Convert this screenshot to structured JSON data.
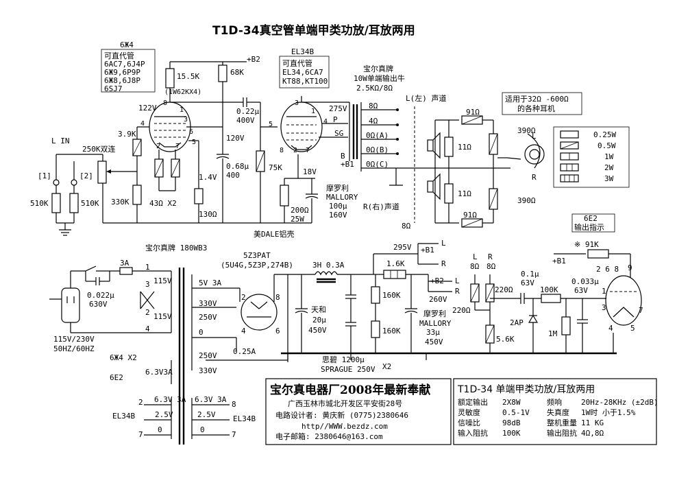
{
  "title": "T1D-34真空管单端甲类功放/耳放两用",
  "driver": {
    "tube": "6Ж4",
    "sub_title": "可直代管",
    "sub1": "6AC7,6J4P",
    "sub2": "6Ж9,6P9P",
    "sub3": "6Ж8,6J8P",
    "sub4": "6SJ7",
    "r_plate": "15.5K",
    "r_plate_note": "(1W62KX4)",
    "r_b2": "68K",
    "b2": "+B2",
    "v_plate": "122V",
    "v_screen": "120V",
    "r_cath": "3.9K",
    "r_grid": "330K",
    "r_43": "43Ω X2",
    "v_cath": "1.4V",
    "r_130": "130Ω",
    "c_coup": "0.22μ",
    "c_coup_v": "400V",
    "c_scr": "0.68μ",
    "c_scr_v": "400",
    "r_75k": "75K",
    "pins": [
      "8",
      "1",
      "2",
      "3",
      "4",
      "5",
      "6",
      "7"
    ]
  },
  "input": {
    "label": "L IN",
    "pot": "250K双连",
    "j1": "[1]",
    "j2": "[2]",
    "r1": "510K",
    "r2": "510K"
  },
  "power_tube": {
    "tube": "EL34B",
    "sub_title": "可直代管",
    "sub1": "EL34,6CA7",
    "sub2": "KT88,KT100",
    "v_plate": "275V",
    "v_cath": "18V",
    "r_cath": "200Ω",
    "r_cath_w": "25W",
    "cap_brand": "摩罗利",
    "cap_brand_en": "MALLORY",
    "cap_val": "100μ",
    "cap_v": "160V",
    "p": "P",
    "sg": "SG",
    "b": "B",
    "b1": "+B1",
    "pins": [
      "3",
      "1",
      "5",
      "4",
      "2",
      "7",
      "8"
    ]
  },
  "chassis": "美DALE铝壳",
  "output_tx": {
    "brand": "宝尔真牌",
    "desc": "10W单端输出牛",
    "ratio": "2.5KΩ/8Ω",
    "taps": [
      "8Ω",
      "4Ω",
      "0Ω(A)",
      "0Ω(B)",
      "0Ω(C)"
    ]
  },
  "speakers": {
    "left": "L(左) 声道",
    "right": "R(右)声道",
    "r91_top": "91Ω",
    "r91_bot": "91Ω",
    "r11_top": "11Ω",
    "r11_bot": "11Ω",
    "r390_top": "390Ω",
    "r390_bot": "390Ω",
    "r_8ohm": "8Ω",
    "phone_l": "L",
    "phone_r": "R",
    "headphone_note1": "适用于32Ω -600Ω",
    "headphone_note2": "的各种耳机"
  },
  "legend": [
    {
      "label": "0.25W"
    },
    {
      "label": "0.5W"
    },
    {
      "label": "1W"
    },
    {
      "label": "2W"
    },
    {
      "label": "3W"
    }
  ],
  "power_tx": {
    "brand": "宝尔真牌 180WB3",
    "fuse": "3A",
    "cap": "0.022μ",
    "cap_v": "630V",
    "pri1": "115V",
    "pri2": "115V",
    "mains": "115V/230V",
    "freq": "50HZ/60HZ",
    "pins": [
      "1",
      "3",
      "2",
      "4"
    ],
    "s5v": "5V 3A",
    "s330a": "330V",
    "s250a": "250V",
    "s0": "0",
    "s250b": "250V",
    "s330b": "330V",
    "i025": "0.25A",
    "heater_tubes": "6Ж4 X2",
    "heater_tubes2": "6E2",
    "h63a": "6.3V3A",
    "h_left_63": "6.3V 3A",
    "h_left_25": "2.5V",
    "h_left_0": "0",
    "h_right_63": "6.3V 3A",
    "h_right_25": "2.5V",
    "h_right_0": "0",
    "el34_left": "EL34B",
    "el34_right": "EL34B",
    "pin2": "2",
    "pin8": "8",
    "pin7": "7"
  },
  "rectifier": {
    "tube": "5Z3PAT",
    "subs": "(5U4G,5Z3P,274B)",
    "pins": [
      "2",
      "8",
      "4",
      "6"
    ],
    "choke": "3H 0.3A",
    "c1_brand": "天和",
    "c1_val": "20μ",
    "c1_v": "450V",
    "c_main_brand": "思碧 1200μ",
    "c_main_brand_en": "SPRAGUE 250V",
    "c_main_x": "X2",
    "r_16k": "1.6K",
    "r_160_1": "160K",
    "r_160_2": "160K",
    "c2_brand": "摩罗利",
    "c2_en": "MALLORY",
    "c2_val": "33μ",
    "c2_v": "450V",
    "v295": "295V",
    "v260": "260V",
    "b1": "+B1",
    "b2": "+B2",
    "out_l1": "L",
    "out_r1": "R",
    "out_l2": "L",
    "out_r2": "R"
  },
  "indicator": {
    "title1": "6E2",
    "title2": "输出指示",
    "r91k": "※ 91K",
    "b1": "+B1",
    "pins_top": "2 6 8",
    "pin9": "9",
    "pin1": "1",
    "pin3": "3",
    "pin7": "7",
    "pin4": "4",
    "pin5": "5",
    "l": "L",
    "r": "R",
    "rl": "8Ω",
    "rr": "8Ω",
    "r220a": "220Ω",
    "r220b": "220Ω",
    "c01": "0.1μ",
    "c01v": "63V",
    "r100k": "100K",
    "c0033": "0.033μ",
    "c0033v": "63V",
    "d": "2AP",
    "r56k": "5.6K",
    "r1m": "1M"
  },
  "maker": {
    "name": "宝尔真电器厂2008年最新奉献",
    "addr": "广西玉林市城北开发区平安街28号",
    "designer": "电路设计者: 黄庆新  (0775)2380646",
    "url": "http//WWW.bezdz.com",
    "email": "电子邮箱: 2380646@163.com"
  },
  "specs": {
    "title": "T1D-34  单端甲类功放/耳放两用",
    "rows": [
      [
        "额定输出",
        "2X8W",
        "频响",
        "20Hz-28KHz (±2dB)"
      ],
      [
        "灵敏度",
        "0.5-1V",
        "失真度",
        "1W时 小于1.5%"
      ],
      [
        "信噪比",
        "98dB",
        "整机重量",
        "11 KG"
      ],
      [
        "输入阻抗",
        "100K",
        "输出阻抗",
        "4Ω,8Ω"
      ]
    ]
  }
}
